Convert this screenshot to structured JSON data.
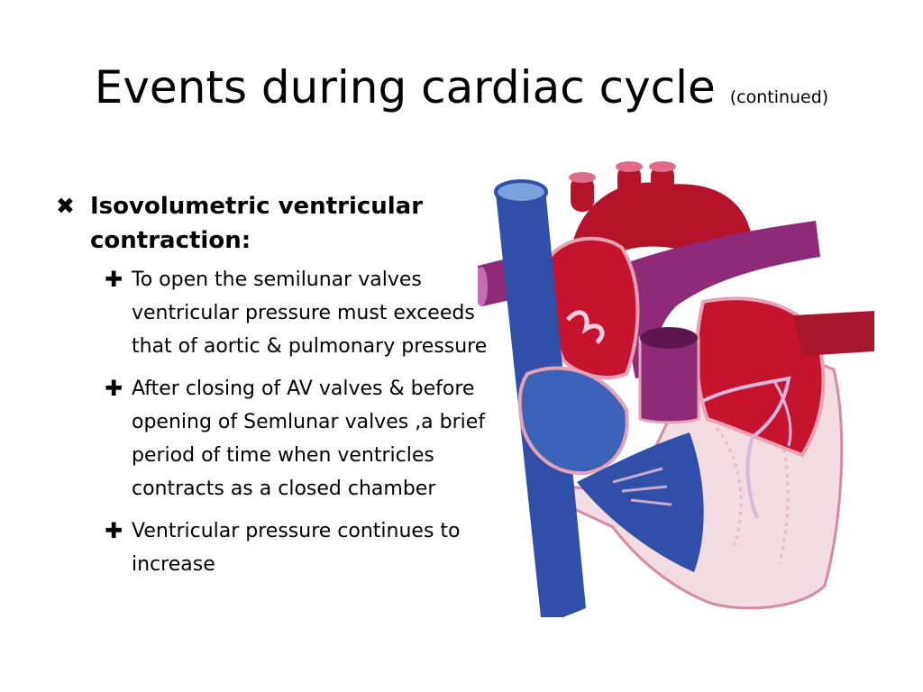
{
  "slide": {
    "title": "Events during cardiac cycle",
    "title_suffix": "(continued)"
  },
  "bullets": {
    "main": {
      "marker": "✖",
      "text": "Isovolumetric ventricular contraction:"
    },
    "sub": [
      {
        "marker": "✚",
        "text": "To open the semilunar valves ventricular pressure must exceeds that of aortic & pulmonary pressure"
      },
      {
        "marker": "✚",
        "text": "After closing of AV valves & before opening of Semlunar valves ,a brief period of time when ventricles contracts as a closed chamber"
      },
      {
        "marker": "✚",
        "text": "Ventricular pressure continues to increase"
      }
    ]
  },
  "illustration": {
    "icon": "heart-anatomy-illustration",
    "colors": {
      "deoxygenated": "#2f4fa8",
      "oxygenated": "#b5132a",
      "pulmonary": "#8e2a78",
      "muscle": "#f3dbe2"
    }
  }
}
